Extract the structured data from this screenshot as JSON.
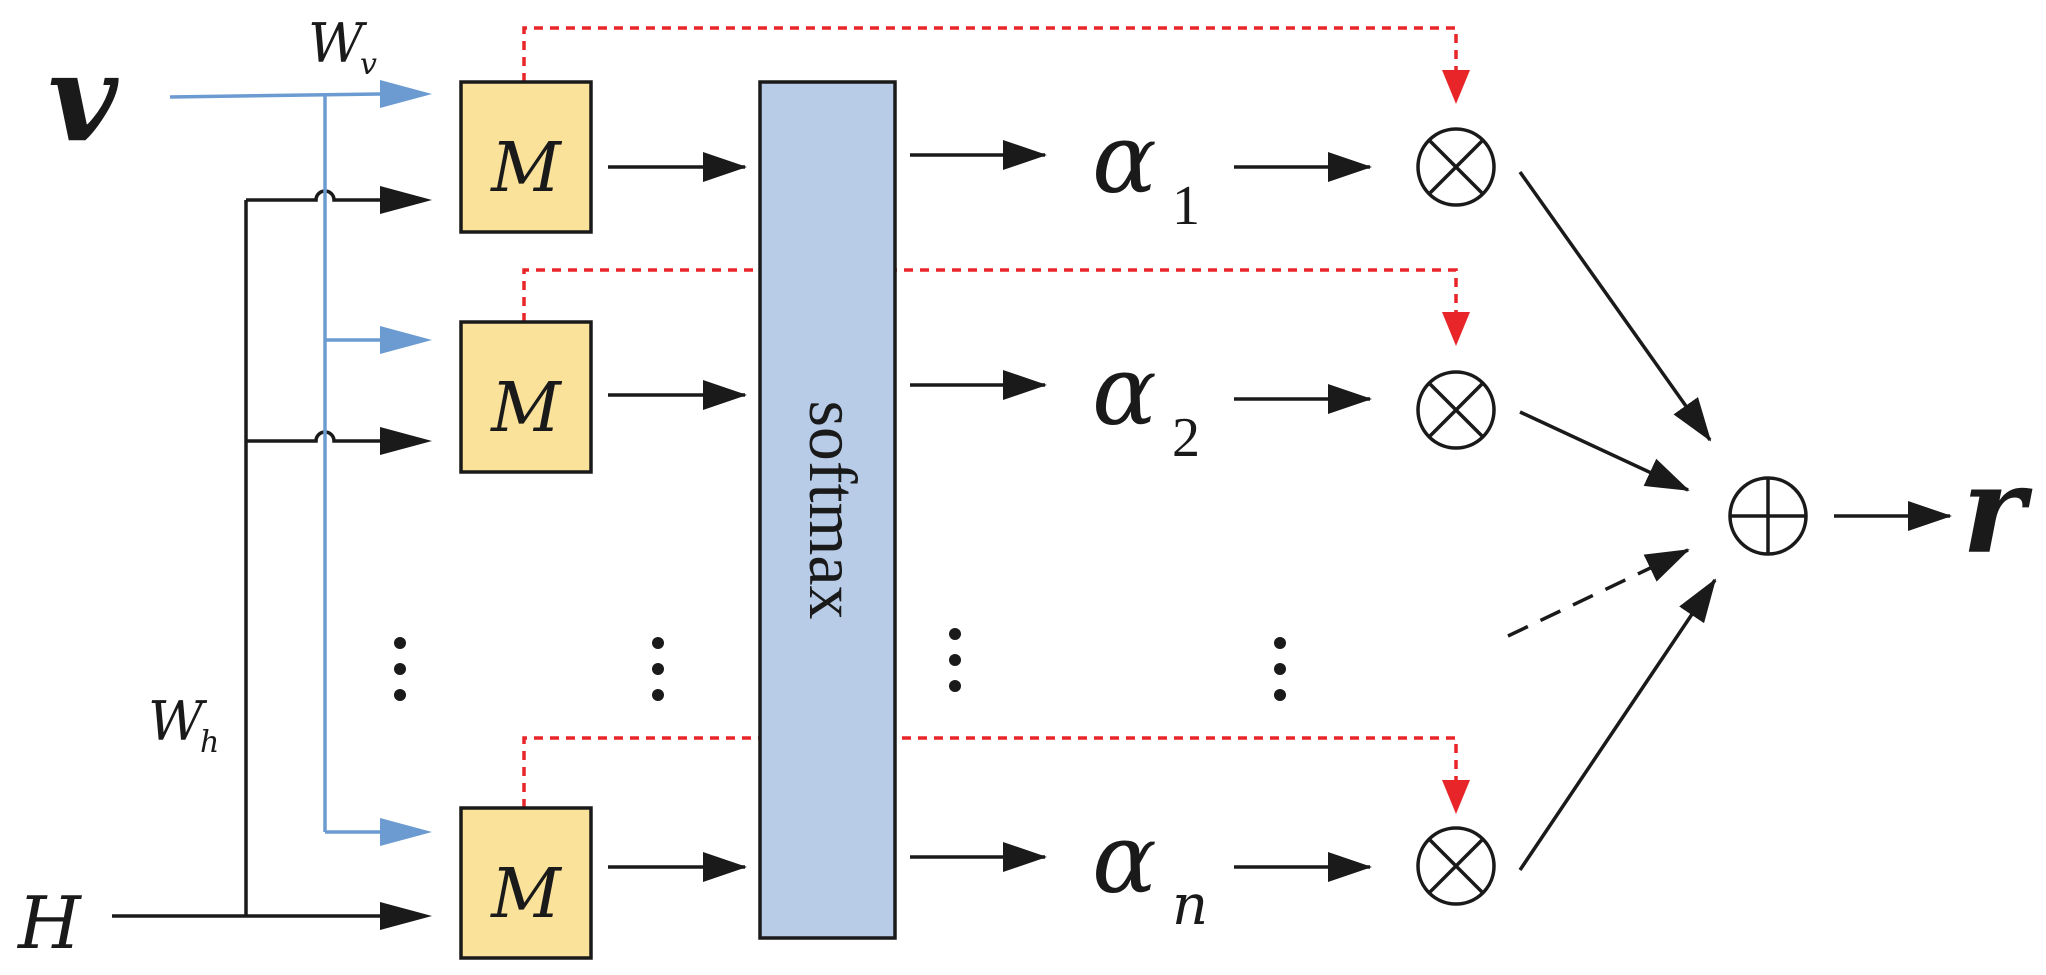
{
  "inputs": {
    "v": "v",
    "H": "H",
    "W_v_main": "W",
    "W_v_sub": "v",
    "W_h_main": "W",
    "W_h_sub": "h"
  },
  "m_block_label": "M",
  "softmax_label": "softmax",
  "alphas": [
    {
      "main": "α",
      "sub": "1"
    },
    {
      "main": "α",
      "sub": "2"
    },
    {
      "main": "α",
      "sub": "n"
    }
  ],
  "otimes_symbol": "⊗",
  "oplus_symbol": "⊕",
  "output": "r",
  "ellipsis": "⋮",
  "colors": {
    "m_block_fill": "#FAE29A",
    "softmax_fill": "#B8CCE8",
    "blue_line": "#6B9BD1",
    "red_dashed": "#E8262A",
    "black": "#1a1a1a"
  }
}
